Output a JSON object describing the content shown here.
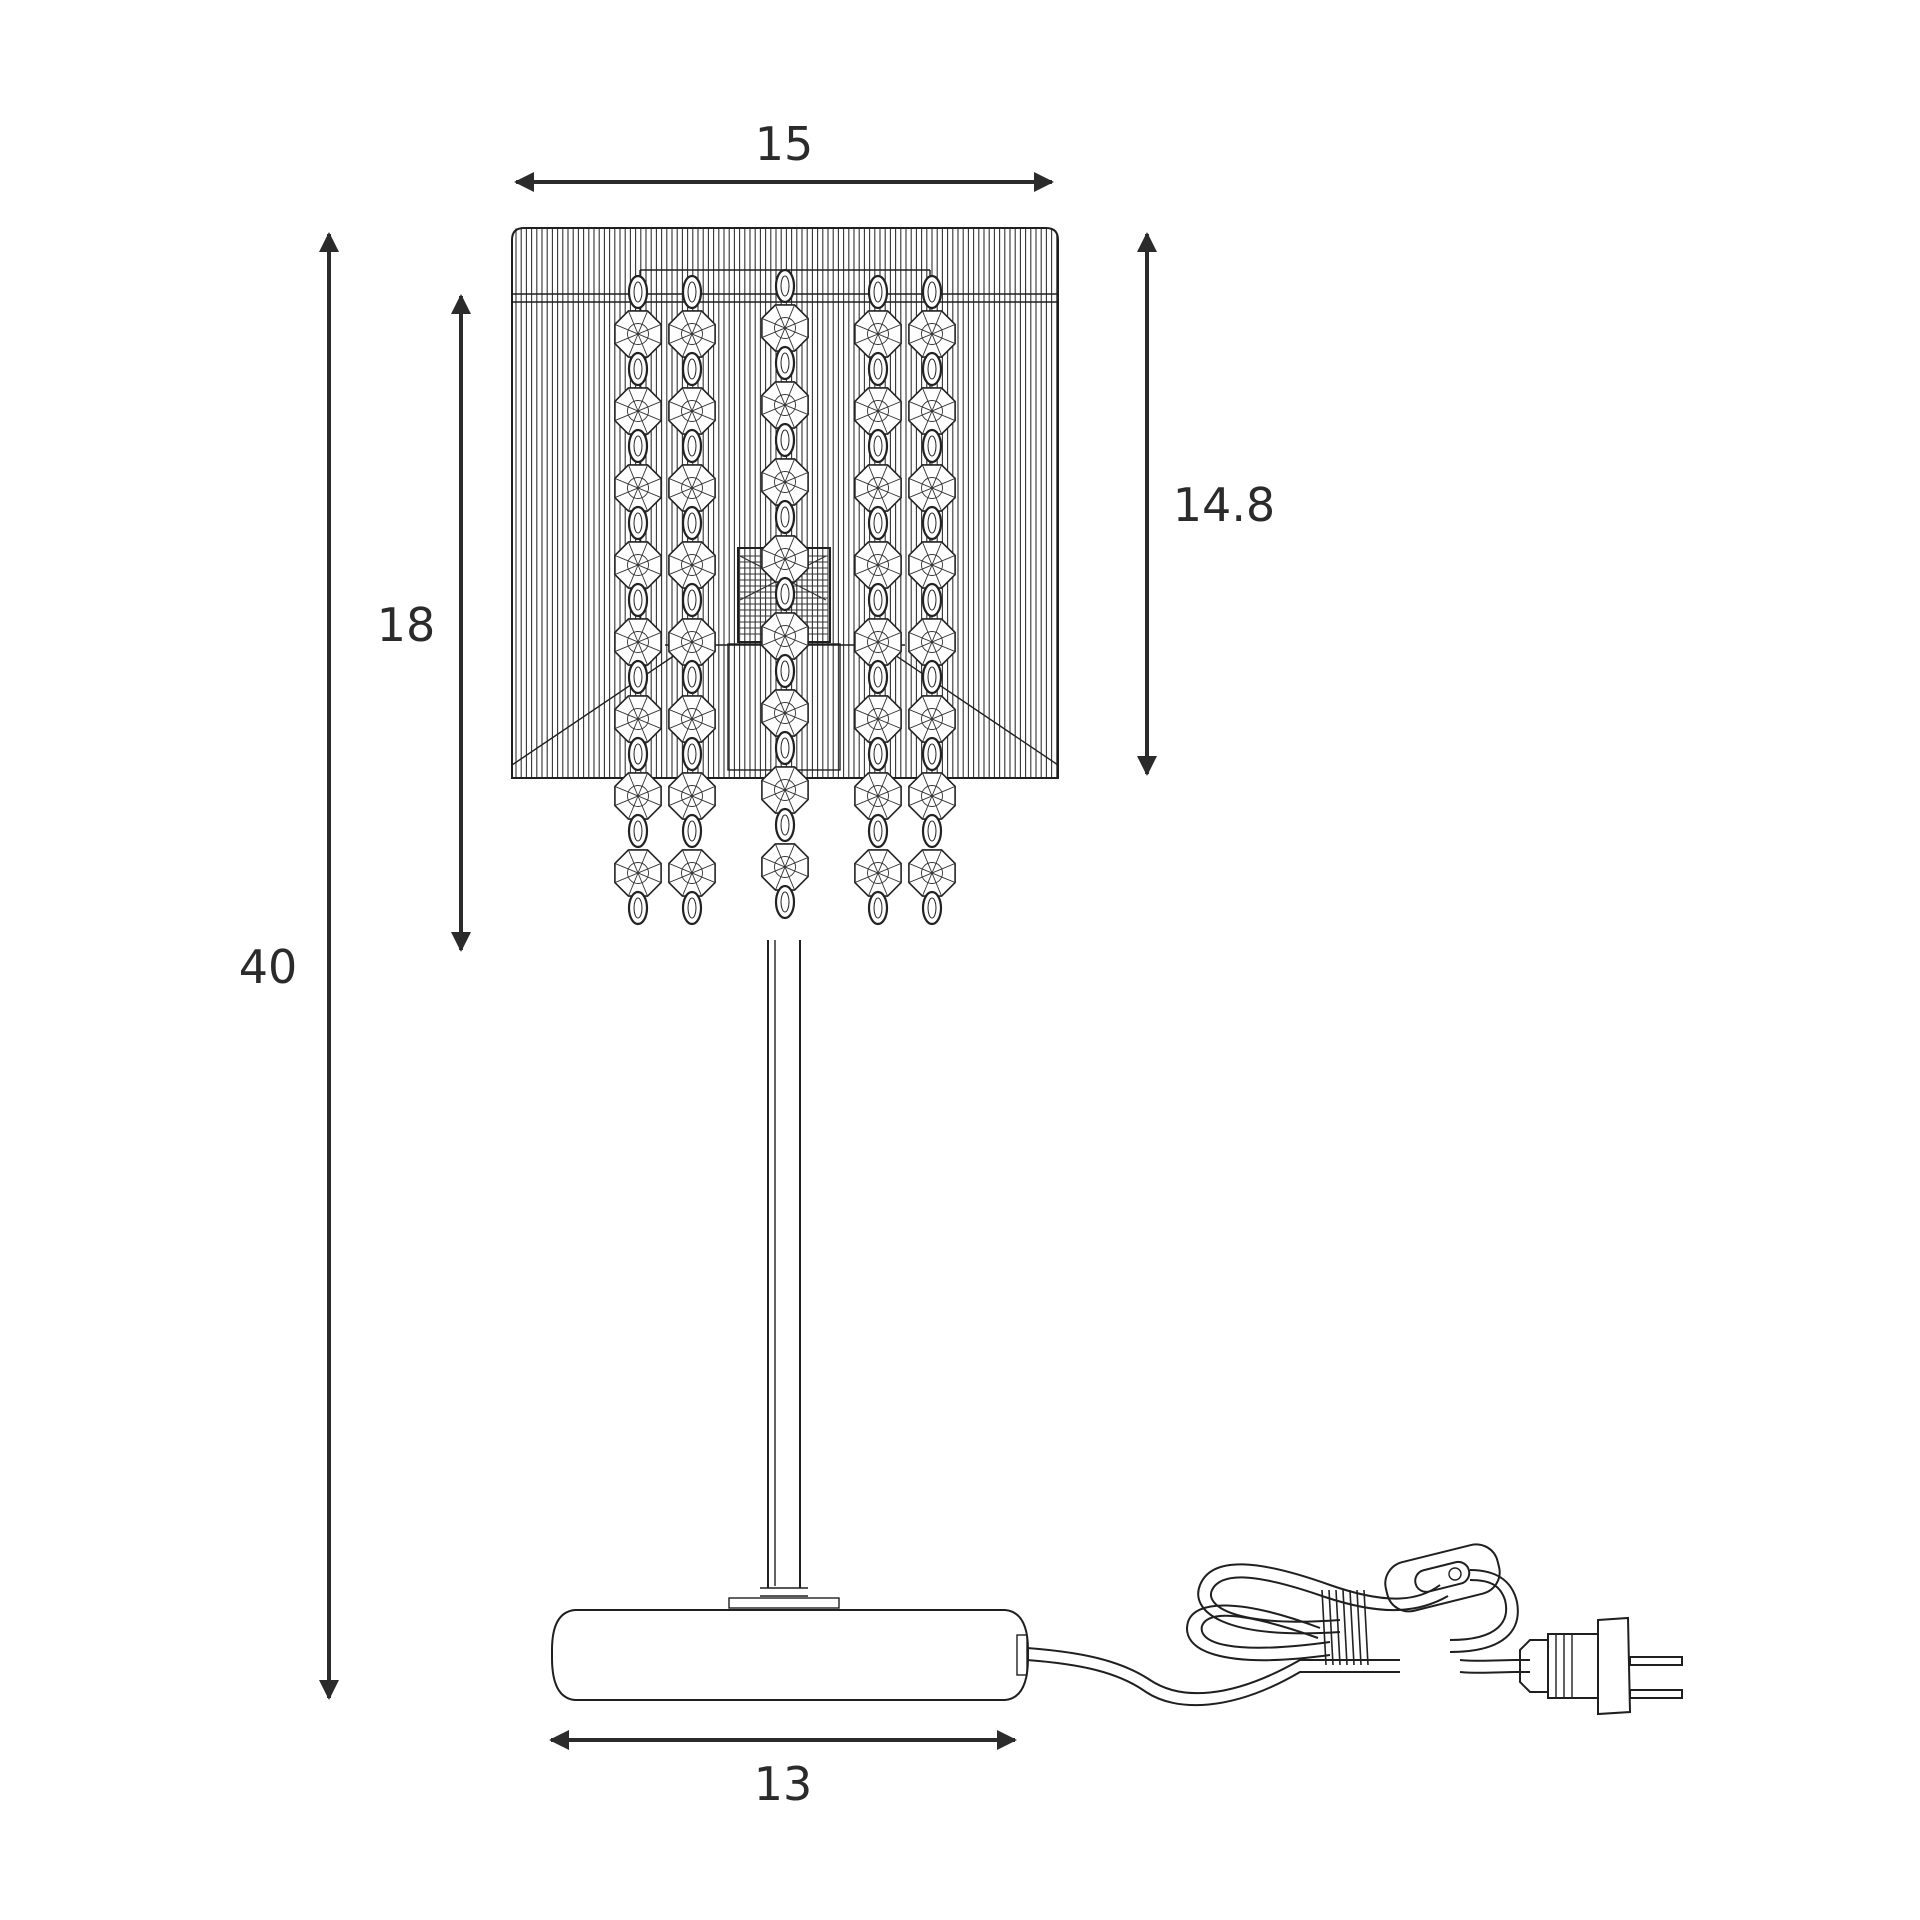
{
  "dimensions": {
    "shade_width": "15",
    "shade_height": "14.8",
    "crystal_height": "18",
    "total_height": "40",
    "base_width": "13"
  },
  "colors": {
    "ink": "#2b2b2b",
    "background": "#ffffff"
  },
  "icons": [
    "arrow-double-icon",
    "plug-icon",
    "switch-icon"
  ]
}
